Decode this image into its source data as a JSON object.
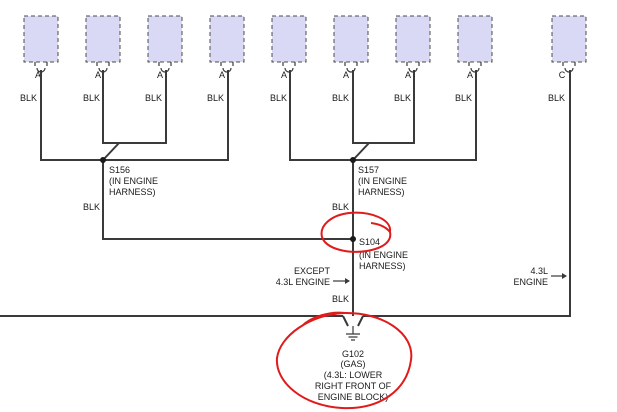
{
  "connectors": [
    {
      "pin": "A",
      "wire_color": "BLK"
    },
    {
      "pin": "A",
      "wire_color": "BLK"
    },
    {
      "pin": "A",
      "wire_color": "BLK"
    },
    {
      "pin": "A",
      "wire_color": "BLK"
    },
    {
      "pin": "A",
      "wire_color": "BLK"
    },
    {
      "pin": "A",
      "wire_color": "BLK"
    },
    {
      "pin": "A",
      "wire_color": "BLK"
    },
    {
      "pin": "A",
      "wire_color": "BLK"
    },
    {
      "pin": "C",
      "wire_color": "BLK"
    }
  ],
  "splices": {
    "s156": {
      "id": "S156",
      "line1": "(IN ENGINE",
      "line2": "HARNESS)"
    },
    "s157": {
      "id": "S157",
      "line1": "(IN ENGINE",
      "line2": "HARNESS)"
    },
    "s104": {
      "id": "S104",
      "line1": "(IN ENGINE",
      "line2": "HARNESS)"
    }
  },
  "wire_labels": {
    "s156_out": "BLK",
    "s157_out": "BLK",
    "s104_out": "BLK"
  },
  "engine_notes": {
    "except_line1": "EXCEPT",
    "except_line2": "4.3L ENGINE",
    "l43_line1": "4.3L",
    "l43_line2": "ENGINE"
  },
  "ground": {
    "id": "G102",
    "line1": "(GAS)",
    "line2": "(4.3L: LOWER",
    "line3": "RIGHT FRONT OF",
    "line4": "ENGINE BLOCK)"
  },
  "annotation_color": "#e01b1b"
}
